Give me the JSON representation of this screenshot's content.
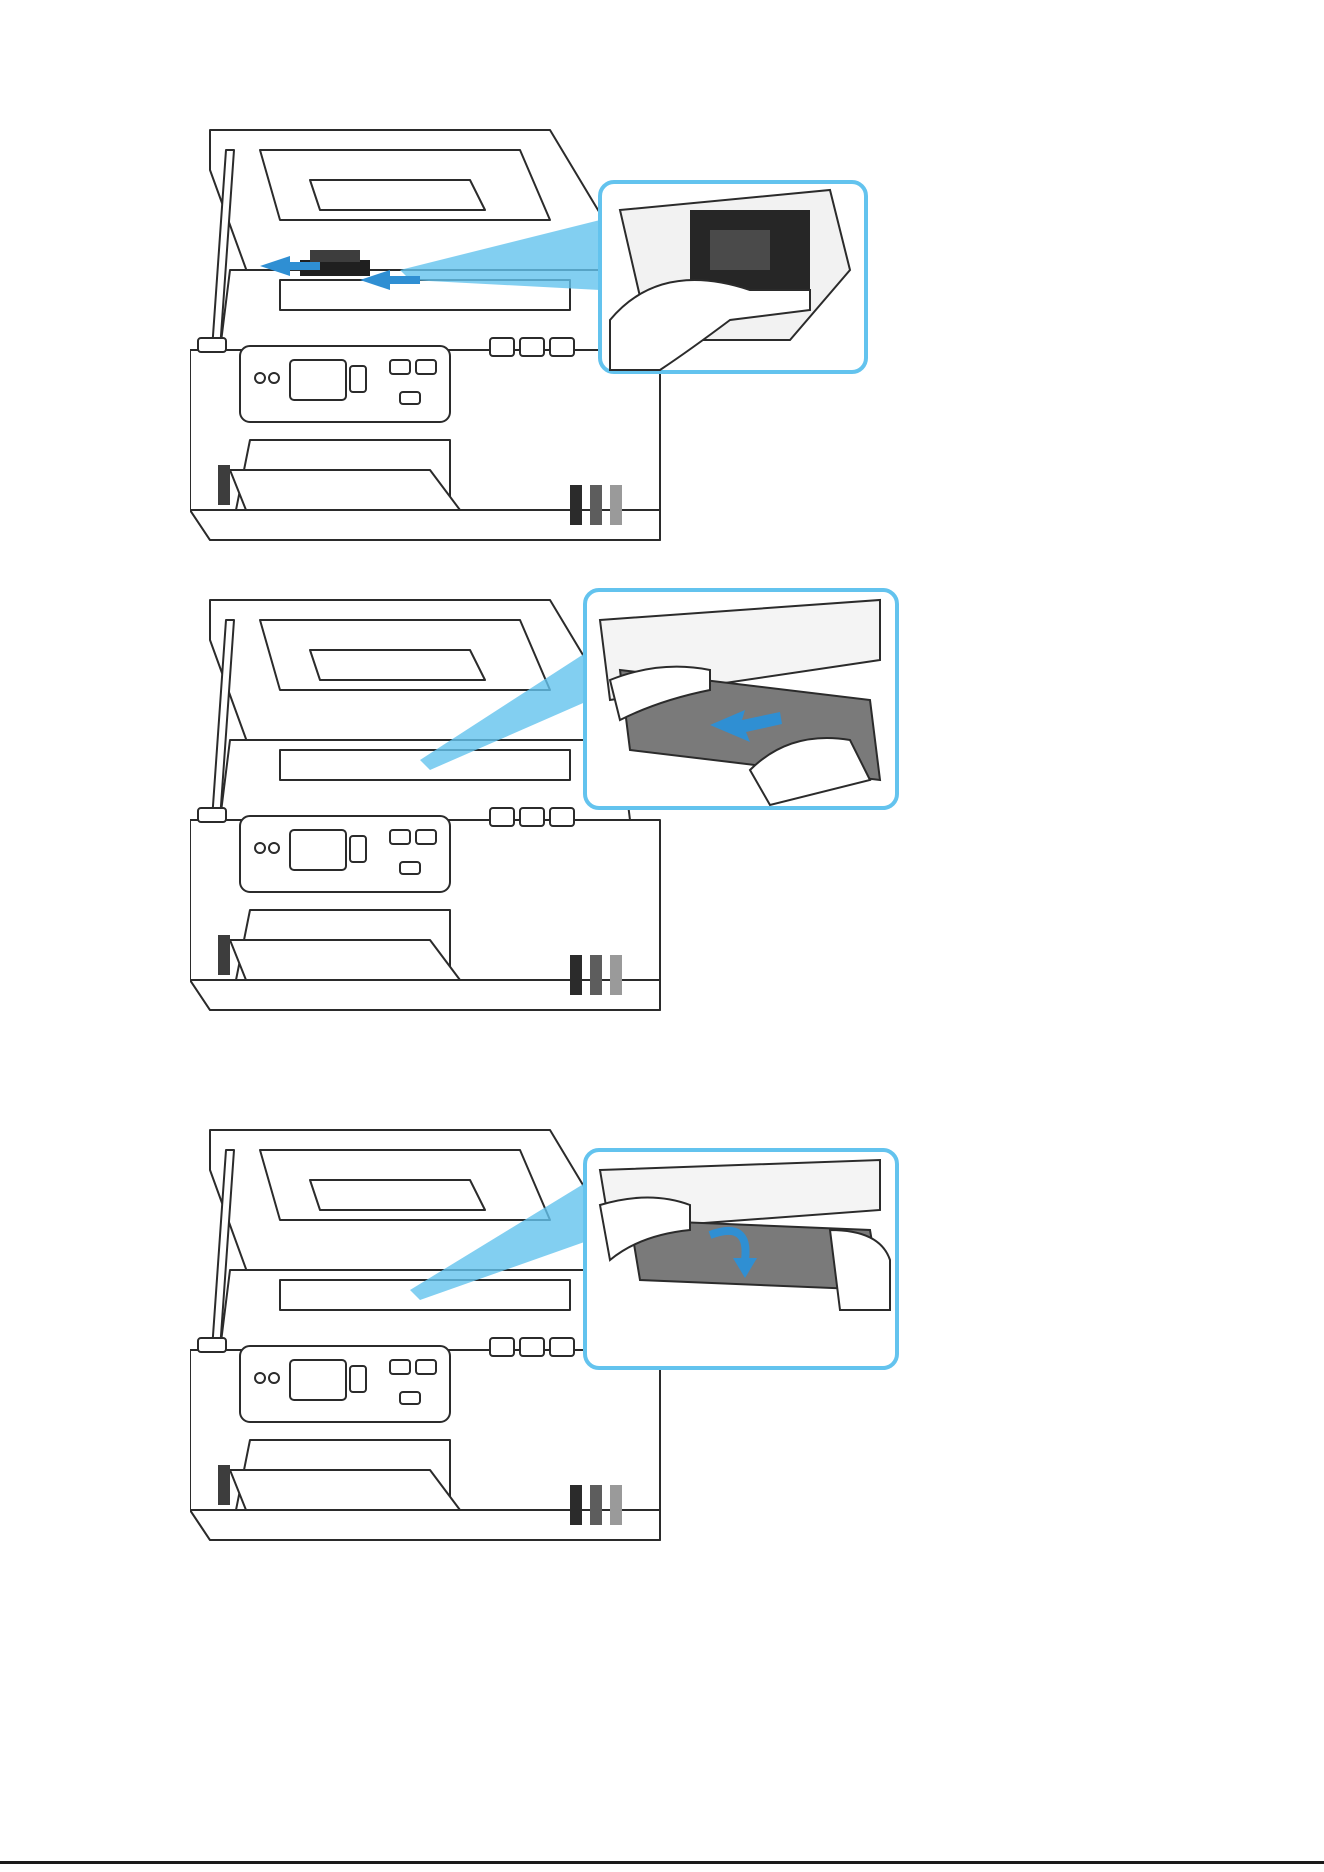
{
  "page": {
    "description_none": ""
  },
  "figures": [
    {
      "step": "slide-print-head-holder",
      "arrows": [
        "left-right"
      ]
    },
    {
      "step": "pull-jammed-paper-toward-you",
      "arrows": [
        "down-left"
      ]
    },
    {
      "step": "pull-jammed-paper-out",
      "arrows": [
        "curved-down"
      ]
    }
  ],
  "colors": {
    "accent": "#63c3ee",
    "arrow": "#2f8fd3",
    "line": "#2b2b2b",
    "paper": "#7a7a7a",
    "ink_tank": "#3d3d3d"
  },
  "icons": [
    "printer-illustration",
    "zoom-callout",
    "hand-illustration",
    "direction-arrow"
  ]
}
